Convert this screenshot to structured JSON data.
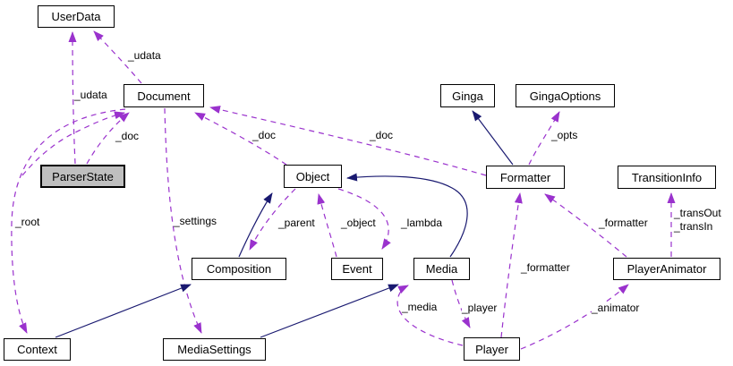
{
  "diagram_type": "doxygen-collaboration-graph",
  "focus_node": "ParserState",
  "colors": {
    "usage_edge": "#9a32cd",
    "inheritance_edge": "#191970",
    "node_fill": "#ffffff",
    "focus_node_fill": "#bfbfbf",
    "node_border": "#000000",
    "background": "#ffffff"
  },
  "nodes": {
    "userdata": {
      "label": "UserData"
    },
    "document": {
      "label": "Document"
    },
    "parserstate": {
      "label": "ParserState"
    },
    "object": {
      "label": "Object"
    },
    "ginga": {
      "label": "Ginga"
    },
    "gingaoptions": {
      "label": "GingaOptions"
    },
    "formatter": {
      "label": "Formatter"
    },
    "transitioninfo": {
      "label": "TransitionInfo"
    },
    "composition": {
      "label": "Composition"
    },
    "event": {
      "label": "Event"
    },
    "media": {
      "label": "Media"
    },
    "playeranimator": {
      "label": "PlayerAnimator"
    },
    "context": {
      "label": "Context"
    },
    "mediasettings": {
      "label": "MediaSettings"
    },
    "player": {
      "label": "Player"
    }
  },
  "edge_labels": {
    "doc_udata": "_udata",
    "ps_udata": "_udata",
    "ps_doc": "_doc",
    "obj_doc": "_doc",
    "fmt_doc": "_doc",
    "opts": "_opts",
    "root": "_root",
    "settings": "_settings",
    "parent": "_parent",
    "object": "_object",
    "lambda": "_lambda",
    "pa_formatter": "_formatter",
    "player_formatter": "_formatter",
    "transout": "_transOut",
    "transin": "_transIn",
    "media": "_media",
    "player": "_player",
    "animator": "_animator"
  },
  "relationships": [
    {
      "from": "ParserState",
      "to": "UserData",
      "label": "_udata",
      "type": "usage"
    },
    {
      "from": "ParserState",
      "to": "Document",
      "label": "_doc",
      "type": "usage"
    },
    {
      "from": "Document",
      "to": "UserData",
      "label": "_udata",
      "type": "usage"
    },
    {
      "from": "Document",
      "to": "Context",
      "label": "_root",
      "type": "usage"
    },
    {
      "from": "Document",
      "to": "MediaSettings",
      "label": "_settings",
      "type": "usage"
    },
    {
      "from": "Object",
      "to": "Document",
      "label": "_doc",
      "type": "usage"
    },
    {
      "from": "Object",
      "to": "Composition",
      "label": "_parent",
      "type": "usage"
    },
    {
      "from": "Object",
      "to": "Event",
      "label": "_lambda",
      "type": "usage"
    },
    {
      "from": "Event",
      "to": "Object",
      "label": "_object",
      "type": "usage"
    },
    {
      "from": "Formatter",
      "to": "Document",
      "label": "_doc",
      "type": "usage"
    },
    {
      "from": "Formatter",
      "to": "GingaOptions",
      "label": "_opts",
      "type": "usage"
    },
    {
      "from": "Player",
      "to": "Formatter",
      "label": "_formatter",
      "type": "usage"
    },
    {
      "from": "PlayerAnimator",
      "to": "Formatter",
      "label": "_formatter",
      "type": "usage"
    },
    {
      "from": "PlayerAnimator",
      "to": "TransitionInfo",
      "label": "_transOut _transIn",
      "type": "usage"
    },
    {
      "from": "Player",
      "to": "Media",
      "label": "_media",
      "type": "usage"
    },
    {
      "from": "Media",
      "to": "Player",
      "label": "_player",
      "type": "usage"
    },
    {
      "from": "Player",
      "to": "PlayerAnimator",
      "label": "_animator",
      "type": "usage"
    },
    {
      "from": "Formatter",
      "to": "Ginga",
      "label": "",
      "type": "inheritance"
    },
    {
      "from": "Composition",
      "to": "Object",
      "label": "",
      "type": "inheritance"
    },
    {
      "from": "Media",
      "to": "Object",
      "label": "",
      "type": "inheritance"
    },
    {
      "from": "Context",
      "to": "Composition",
      "label": "",
      "type": "inheritance"
    },
    {
      "from": "MediaSettings",
      "to": "Media",
      "label": "",
      "type": "inheritance"
    }
  ]
}
